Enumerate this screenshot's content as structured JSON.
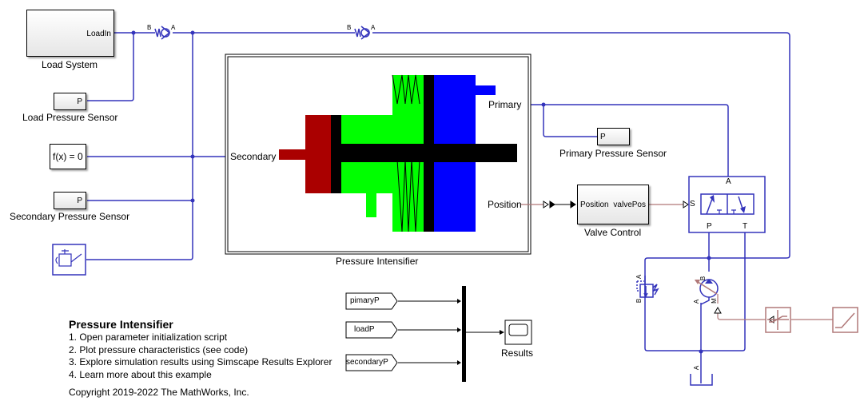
{
  "blocks": {
    "load_system": {
      "label": "Load System",
      "port": "LoadIn"
    },
    "load_pressure_sensor": {
      "label": "Load Pressure Sensor",
      "port": "P"
    },
    "solver": {
      "label": "f(x) = 0"
    },
    "secondary_pressure_sensor": {
      "label": "Secondary Pressure Sensor",
      "port": "P"
    },
    "pressure_intensifier": {
      "label": "Pressure Intensifier",
      "ports": {
        "secondary": "Secondary",
        "primary": "Primary",
        "position": "Position"
      }
    },
    "primary_pressure_sensor": {
      "label": "Primary Pressure Sensor",
      "port": "P"
    },
    "valve_control": {
      "label": "Valve Control",
      "in_port": "Position",
      "out_port": "valvePos"
    },
    "directional_valve": {
      "ports": {
        "a": "A",
        "p": "P",
        "t": "T",
        "s": "S"
      }
    },
    "check_valve_1": {
      "port_b": "B",
      "port_a": "A"
    },
    "check_valve_2": {
      "port_b": "B",
      "port_a": "A"
    },
    "relief_valve": {
      "port_a": "A",
      "port_b": "B"
    },
    "pump": {
      "port_a": "A",
      "port_b": "B",
      "port_m": "M"
    },
    "tank": {
      "port_a": "A"
    },
    "scope": {
      "label": "Results"
    },
    "from_tags": [
      "pimaryP",
      "loadP",
      "secondaryP"
    ]
  },
  "annotation": {
    "title": "Pressure Intensifier",
    "items": [
      "1. Open parameter initialization script",
      "2. Plot pressure characteristics (see code)",
      "3. Explore simulation results using Simscape Results Explorer",
      "4. Learn more about this example"
    ],
    "copyright": "Copyright 2019-2022 The MathWorks, Inc."
  },
  "colors": {
    "physical_line": "#3333bb",
    "signal_line": "#b07878",
    "secondary_chamber": "#aa0000",
    "intensifier_body": "#00ff00",
    "primary_chamber": "#0000ff"
  }
}
